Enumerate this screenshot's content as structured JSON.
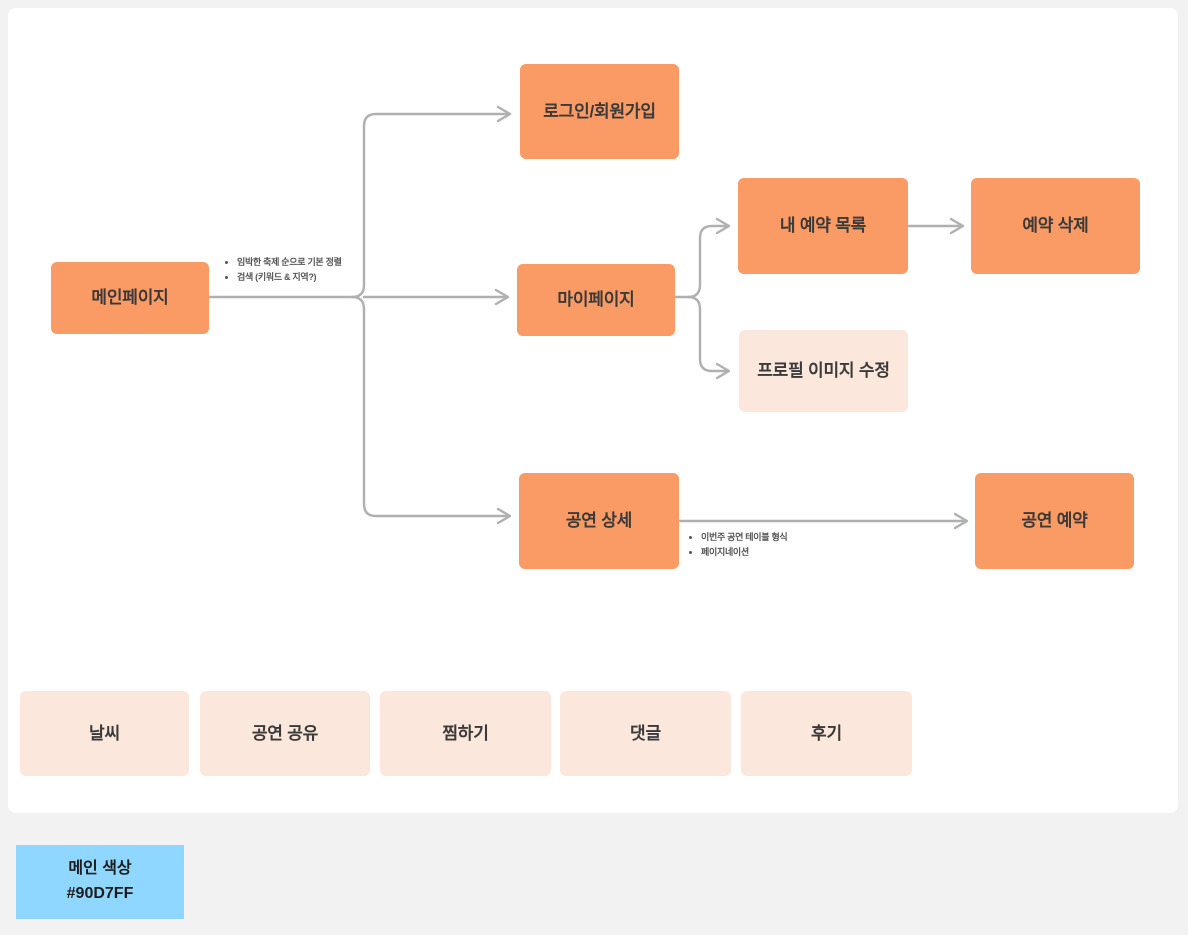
{
  "canvas": {
    "background_color": "#ffffff",
    "page_background_color": "#f2f2f3"
  },
  "palette": {
    "primary_node": "#fa9a64",
    "secondary_node": "#fbe7db",
    "connector": "#b0b0b0",
    "text": "#3a3a3a",
    "main_color": "#90d7ff"
  },
  "nodes": {
    "main_page": "메인페이지",
    "login_signup": "로그인/회원가입",
    "my_page": "마이페이지",
    "my_reservation_list": "내 예약 목록",
    "reservation_delete": "예약 삭제",
    "profile_image_edit": "프로필 이미지 수정",
    "performance_detail": "공연 상세",
    "performance_reserve": "공연 예약"
  },
  "feature_nodes": [
    {
      "label": "날씨"
    },
    {
      "label": "공연 공유"
    },
    {
      "label": "찜하기"
    },
    {
      "label": "댓글"
    },
    {
      "label": "후기"
    }
  ],
  "notes": {
    "main_page": [
      "임박한 축제 순으로 기본 정렬",
      "검색 (키워드 & 지역?)"
    ],
    "performance_detail": [
      "이번주 공연 테이블 형식",
      "페이지네이션"
    ]
  },
  "color_swatch": {
    "label": "메인 색상",
    "hex": "#90D7FF"
  }
}
